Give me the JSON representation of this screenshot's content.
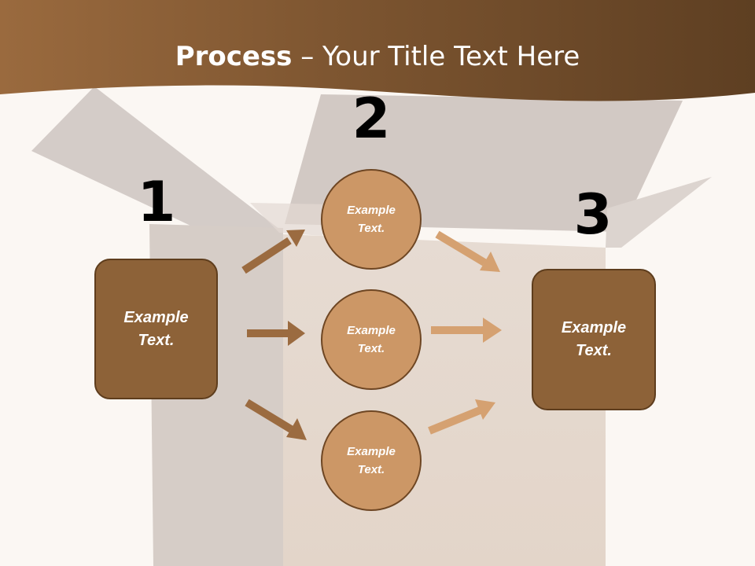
{
  "title": {
    "bold": "Process",
    "rest": " – Your Title Text Here"
  },
  "steps": {
    "one": {
      "number": "1",
      "line1": "Example",
      "line2": "Text."
    },
    "two": {
      "number": "2",
      "items": [
        {
          "line1": "Example",
          "line2": "Text."
        },
        {
          "line1": "Example",
          "line2": "Text."
        },
        {
          "line1": "Example",
          "line2": "Text."
        }
      ]
    },
    "three": {
      "number": "3",
      "line1": "Example",
      "line2": "Text."
    }
  },
  "colors": {
    "banner": "#8a5f38",
    "box_fill": "#8d6238",
    "circle_fill": "#cc9766",
    "arrow_dark": "#9b6b40",
    "arrow_light": "#d5a171"
  }
}
